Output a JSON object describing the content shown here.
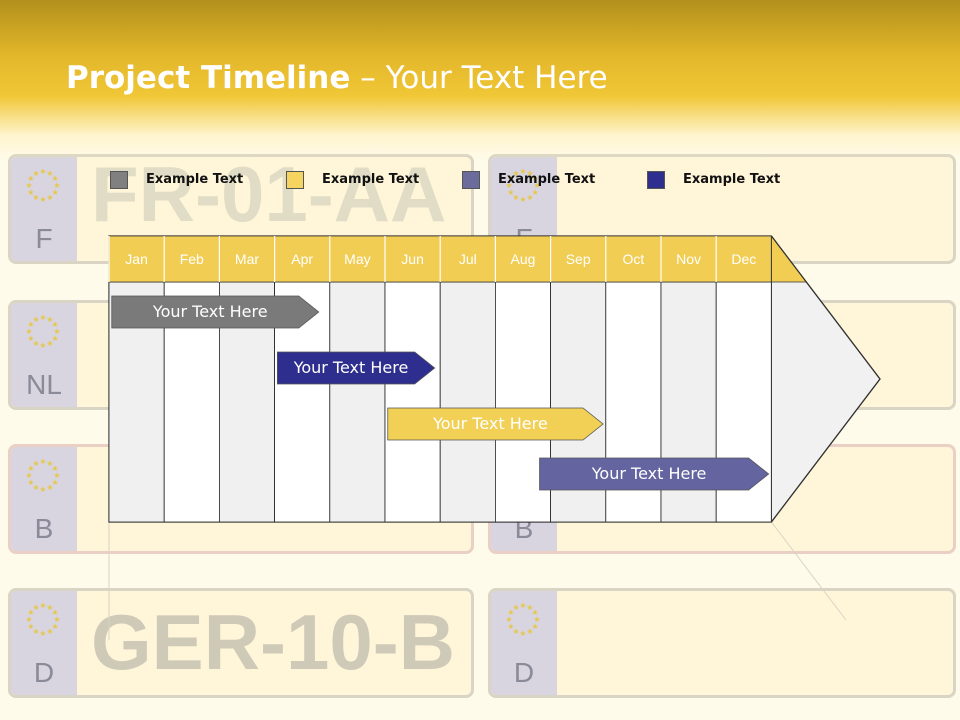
{
  "slide": {
    "title_bold": "Project Timeline",
    "title_rest": " – Your Text Here"
  },
  "legend": [
    {
      "label": "Example Text",
      "color": "#808080"
    },
    {
      "label": "Example Text",
      "color": "#f5d460"
    },
    {
      "label": "Example Text",
      "color": "#6b6b9c"
    },
    {
      "label": "Example Text",
      "color": "#2e2e8f"
    }
  ],
  "months": [
    "Jan",
    "Feb",
    "Mar",
    "Apr",
    "May",
    "Jun",
    "Jul",
    "Aug",
    "Sep",
    "Oct",
    "Nov",
    "Dec"
  ],
  "tasks": [
    {
      "label": "Your  Text Here",
      "start_month": 0.05,
      "end_month": 3.8,
      "color": "#7a7a7a"
    },
    {
      "label": "Your  Text Here",
      "start_month": 3.05,
      "end_month": 5.9,
      "color": "#2e2e8f"
    },
    {
      "label": "Your  Text Here",
      "start_month": 5.05,
      "end_month": 8.95,
      "color": "#f2cf55"
    },
    {
      "label": "Your  Text Here",
      "start_month": 7.8,
      "end_month": 11.95,
      "color": "#6464a0"
    }
  ],
  "background_plates": [
    {
      "country": "F",
      "registration": "FR-01-AA"
    },
    {
      "country": "F",
      "registration": ""
    },
    {
      "country": "NL",
      "registration": ""
    },
    {
      "country": "",
      "registration": ""
    },
    {
      "country": "B",
      "registration": ""
    },
    {
      "country": "B",
      "registration": ""
    },
    {
      "country": "D",
      "registration": "GER-10-B"
    },
    {
      "country": "D",
      "registration": ""
    }
  ]
}
